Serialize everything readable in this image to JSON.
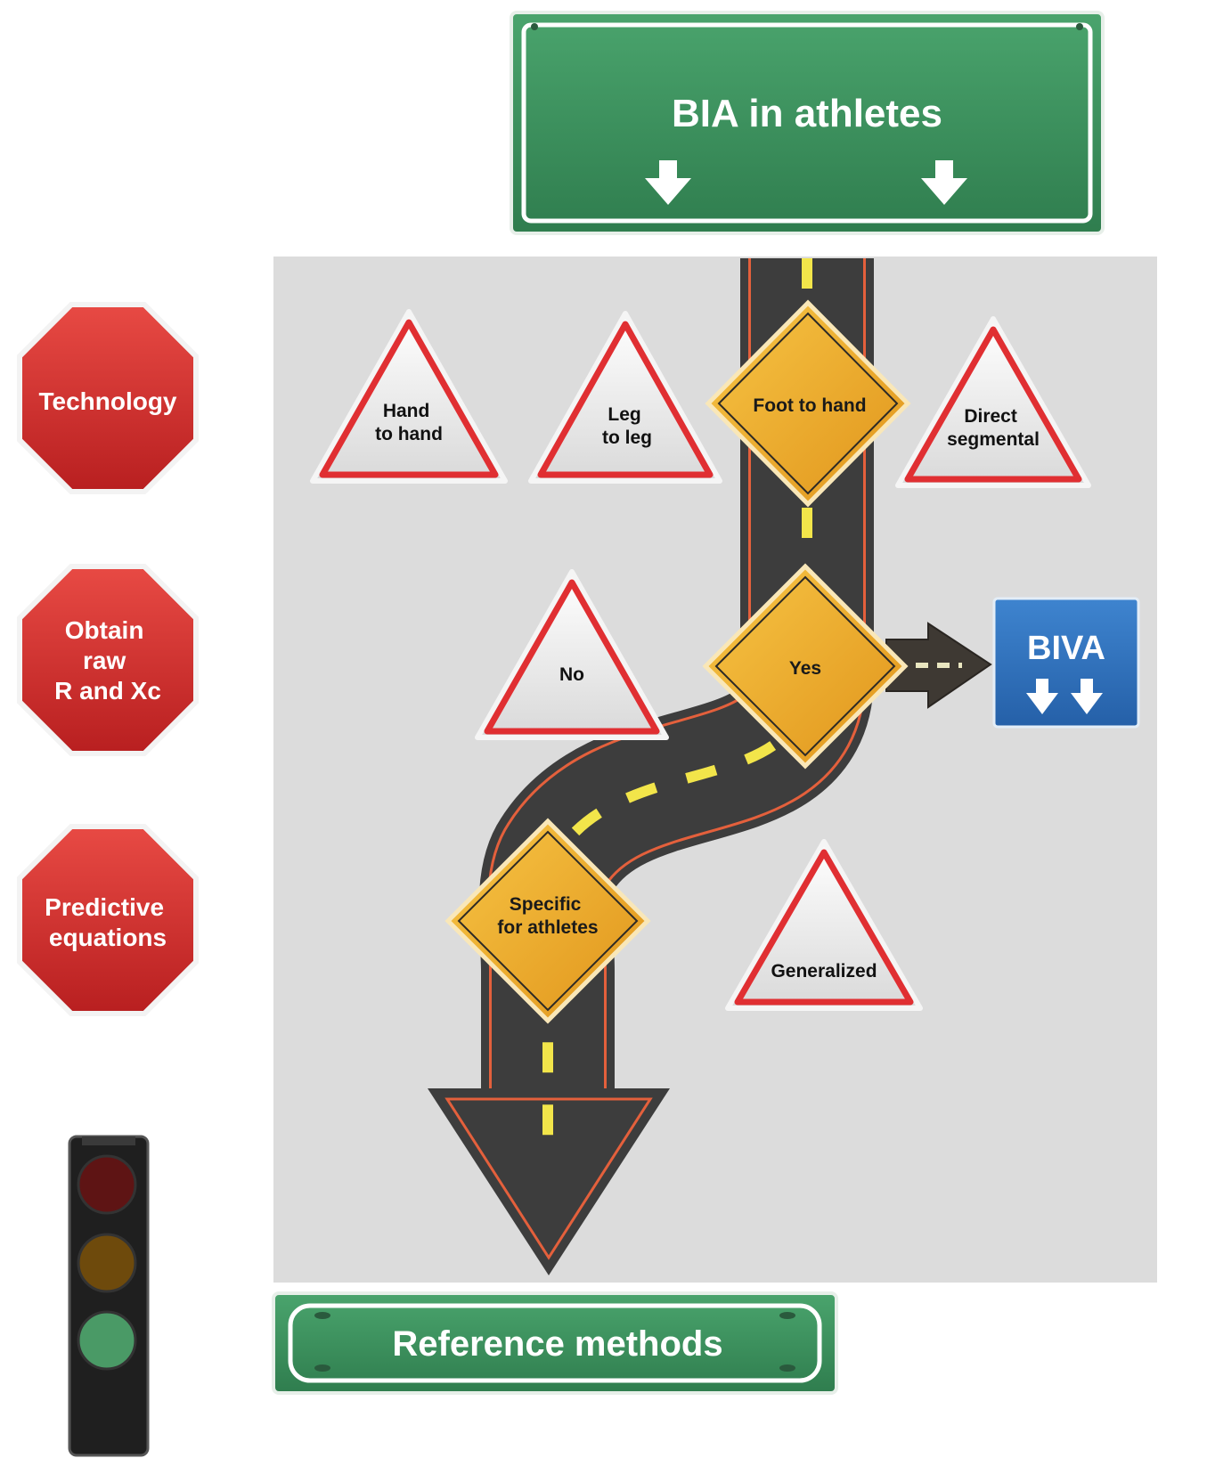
{
  "header_sign": {
    "title": "BIA in athletes"
  },
  "steps": [
    {
      "label_lines": [
        "Technology"
      ]
    },
    {
      "label_lines": [
        "Obtain",
        "raw",
        "R and Xc"
      ]
    },
    {
      "label_lines": [
        "Predictive",
        "equations"
      ]
    }
  ],
  "technology_options": {
    "hand_to_hand": [
      "Hand",
      "to hand"
    ],
    "leg_to_leg": [
      "Leg",
      "to leg"
    ],
    "foot_to_hand": [
      "Foot to hand"
    ],
    "direct_segmental": [
      "Direct",
      "segmental"
    ]
  },
  "raw_options": {
    "no": [
      "No"
    ],
    "yes": [
      "Yes"
    ]
  },
  "equation_options": {
    "specific": [
      "Specific",
      "for athletes"
    ],
    "generalized": [
      "Generalized"
    ]
  },
  "biva_sign": {
    "label": "BIVA"
  },
  "footer_sign": {
    "label": "Reference methods"
  },
  "traffic_light": {
    "red": "#5e1414",
    "yellow": "#6e4a0c",
    "green": "#4a9a66"
  },
  "colors": {
    "sign_green": "#3d9160",
    "stop_red": "#d8302f",
    "warning_yellow": "#f2ae29",
    "biva_blue": "#2f73bf",
    "road": "#3d3d3d",
    "road_edge": "#e4603c",
    "lane": "#f2e54a",
    "panel_gray": "#dcdcdc"
  }
}
